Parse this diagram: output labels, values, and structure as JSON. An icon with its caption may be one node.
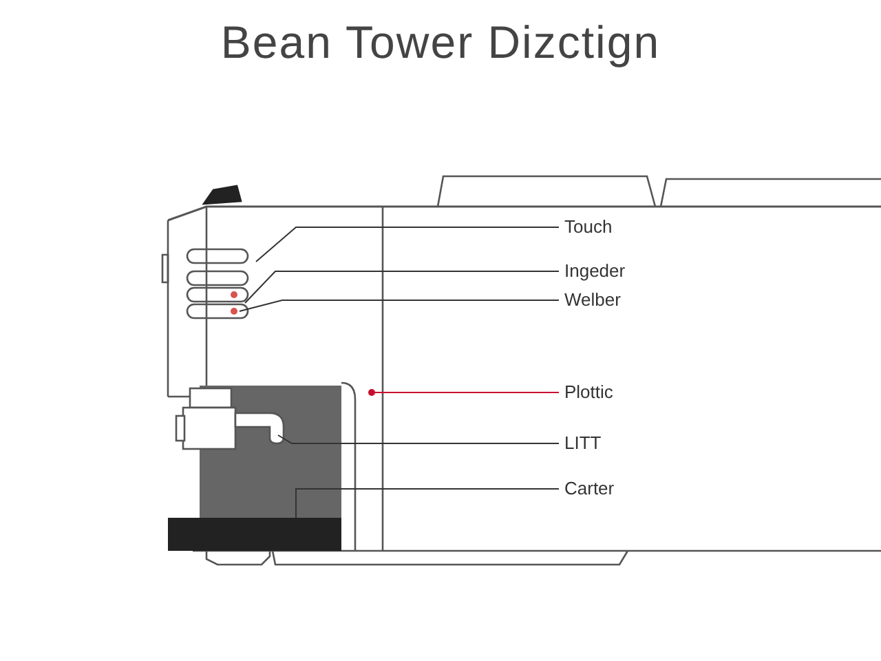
{
  "diagram": {
    "title": "Bean Tower Dizctign",
    "nodes": [
      {
        "text": [
          "Touch"
        ]
      },
      {
        "text": [
          "Ingeder"
        ]
      },
      {
        "text": [
          "Welber"
        ]
      },
      {
        "text": [
          "Plottic"
        ]
      },
      {
        "text": [
          "LITT"
        ]
      },
      {
        "text": [
          "Carter"
        ]
      }
    ],
    "edges": [
      {
        "from": 0,
        "to": null,
        "arrow": "none"
      },
      {
        "from": 1,
        "to": null,
        "arrow": "none"
      },
      {
        "from": 2,
        "to": null,
        "arrow": "none"
      },
      {
        "from": 3,
        "to": null,
        "arrow": "other",
        "color": "#c8102e"
      },
      {
        "from": 4,
        "to": null,
        "arrow": "none"
      },
      {
        "from": 5,
        "to": null,
        "arrow": "none"
      }
    ]
  }
}
